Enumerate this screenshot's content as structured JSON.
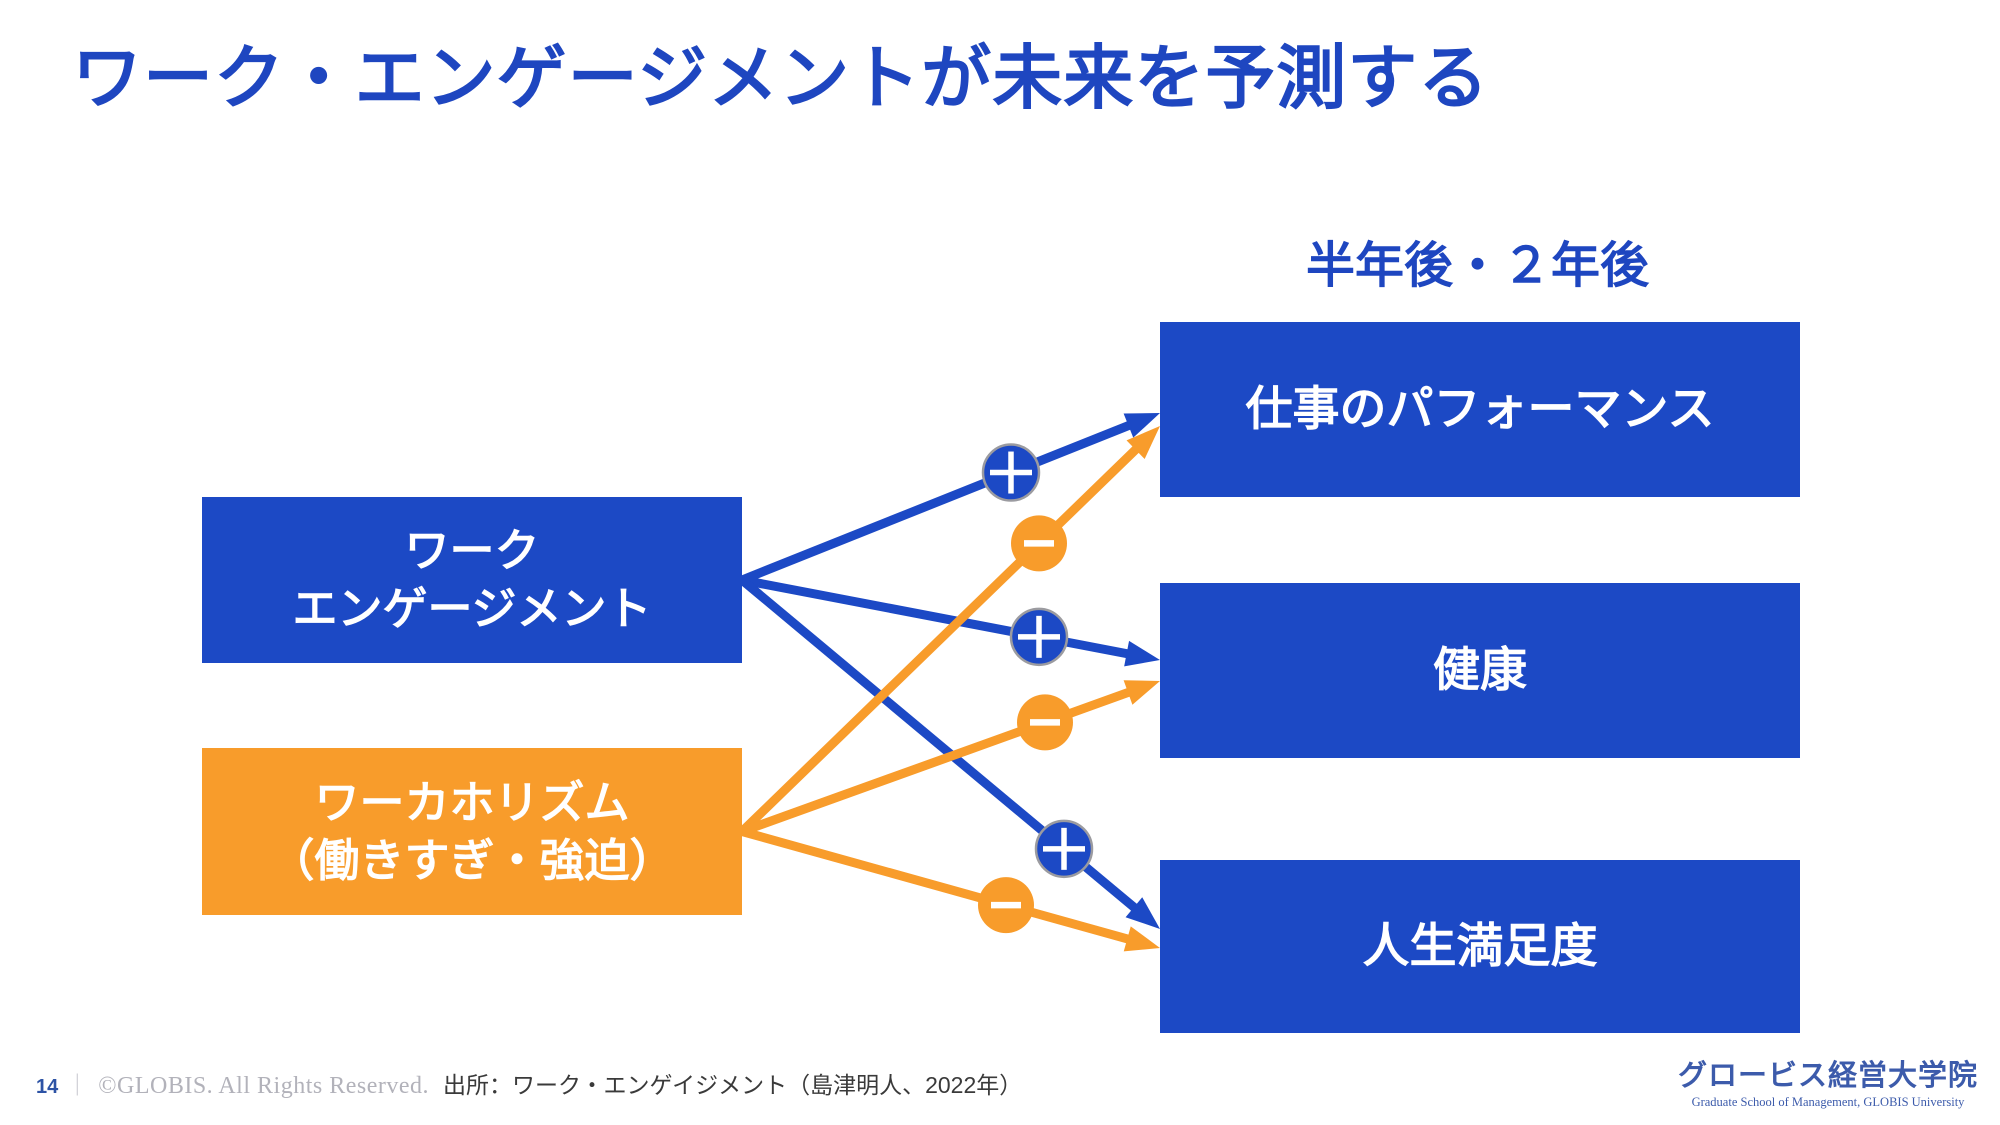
{
  "slide": {
    "title": "ワーク・エンゲージメントが未来を予測する",
    "timeframe_label": "半年後・２年後",
    "page_number": "14",
    "footer_separator": "｜",
    "copyright": "©GLOBIS. All Rights Reserved.",
    "source": "出所：ワーク・エンゲイジメント（島津明人、2022年）",
    "logo": {
      "name_ja": "グロービス経営大学院",
      "name_en": "Graduate School of Management, GLOBIS University"
    }
  },
  "colors": {
    "blue": "#1C49C5",
    "orange": "#F89C2B",
    "title_blue": "#1E46C0",
    "page_number_blue": "#2D53A5",
    "logo_blue": "#3C5BAB",
    "sign_circle_ring": "#9B9BA0"
  },
  "diagram": {
    "sources": [
      {
        "id": "work-engagement",
        "lines": [
          "ワーク",
          "エンゲージメント"
        ],
        "color": "blue"
      },
      {
        "id": "workaholism",
        "lines": [
          "ワーカホリズム",
          "（働きすぎ・強迫）"
        ],
        "color": "orange"
      }
    ],
    "outcomes": [
      {
        "id": "job-performance",
        "label": "仕事のパフォーマンス"
      },
      {
        "id": "health",
        "label": "健康"
      },
      {
        "id": "life-satisfaction",
        "label": "人生満足度"
      }
    ],
    "connections": [
      {
        "from": "work-engagement",
        "to": "job-performance",
        "sign": "+"
      },
      {
        "from": "work-engagement",
        "to": "health",
        "sign": "+"
      },
      {
        "from": "work-engagement",
        "to": "life-satisfaction",
        "sign": "+"
      },
      {
        "from": "workaholism",
        "to": "job-performance",
        "sign": "-"
      },
      {
        "from": "workaholism",
        "to": "health",
        "sign": "-"
      },
      {
        "from": "workaholism",
        "to": "life-satisfaction",
        "sign": "-"
      }
    ]
  }
}
